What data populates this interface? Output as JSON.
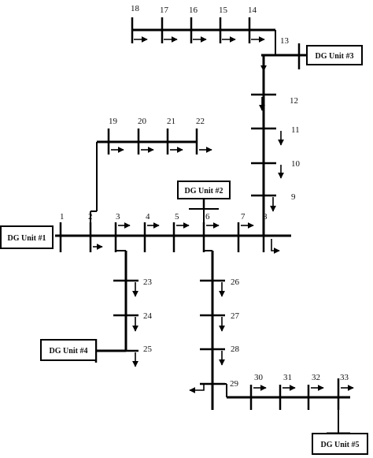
{
  "buses": [
    {
      "id": "1",
      "label": "1"
    },
    {
      "id": "2",
      "label": "2"
    },
    {
      "id": "3",
      "label": "3"
    },
    {
      "id": "4",
      "label": "4"
    },
    {
      "id": "5",
      "label": "5"
    },
    {
      "id": "6",
      "label": "6"
    },
    {
      "id": "7",
      "label": "7"
    },
    {
      "id": "8",
      "label": "8"
    },
    {
      "id": "9",
      "label": "9"
    },
    {
      "id": "10",
      "label": "10"
    },
    {
      "id": "11",
      "label": "11"
    },
    {
      "id": "12",
      "label": "12"
    },
    {
      "id": "13",
      "label": "13"
    },
    {
      "id": "14",
      "label": "14"
    },
    {
      "id": "15",
      "label": "15"
    },
    {
      "id": "16",
      "label": "16"
    },
    {
      "id": "17",
      "label": "17"
    },
    {
      "id": "18",
      "label": "18"
    },
    {
      "id": "19",
      "label": "19"
    },
    {
      "id": "20",
      "label": "20"
    },
    {
      "id": "21",
      "label": "21"
    },
    {
      "id": "22",
      "label": "22"
    },
    {
      "id": "23",
      "label": "23"
    },
    {
      "id": "24",
      "label": "24"
    },
    {
      "id": "25",
      "label": "25"
    },
    {
      "id": "26",
      "label": "26"
    },
    {
      "id": "27",
      "label": "27"
    },
    {
      "id": "28",
      "label": "28"
    },
    {
      "id": "29",
      "label": "29"
    },
    {
      "id": "30",
      "label": "30"
    },
    {
      "id": "31",
      "label": "31"
    },
    {
      "id": "32",
      "label": "32"
    },
    {
      "id": "33",
      "label": "33"
    }
  ],
  "dg_units": [
    {
      "id": "dg1",
      "label": "DG Unit #1",
      "bus": "1"
    },
    {
      "id": "dg2",
      "label": "DG Unit #2",
      "bus": "6"
    },
    {
      "id": "dg3",
      "label": "DG Unit #3",
      "bus": "13"
    },
    {
      "id": "dg4",
      "label": "DG Unit #4",
      "bus": "25"
    },
    {
      "id": "dg5",
      "label": "DG Unit #5",
      "bus": "33"
    }
  ],
  "colors": {
    "line": "#000000",
    "text": "#111111",
    "background": "#ffffff"
  }
}
